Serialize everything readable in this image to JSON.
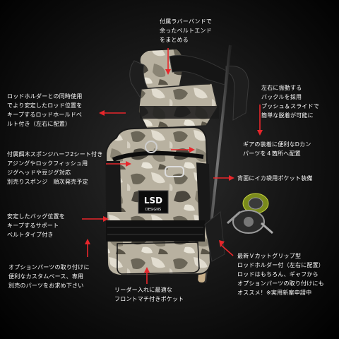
{
  "labels": {
    "rubber_band": "付属ラバーバンドで\n余ったベルトエンド\nをまとめる",
    "buckle": "左右に振動する\nバックルを採用\nプッシュ＆スライドで\n簡単な脱着が可能に",
    "rod_belt": "ロッドホルダーとの同時使用\nでより安定したロッド位置を\nキープするロッドホールドベ\nルト付き（左右に配置）",
    "d_can": "ギアの装着に便利なDカン\nパーツを４箇所へ配置",
    "sponge": "付属餌木スポンジハーフ2シート付き\nアジングやロックフィッシュ用\nジグヘッドや豆ジグ対応\n別売りスポンジ　順次発売予定",
    "squid_pocket": "背面にイカ袋用ポケット装備",
    "support_belt": "安定したバッグ位置を\nキープするサポート\nベルトタイプ付き",
    "option_base": "オプションパーツの取り付けに\n便利なカスタムベース、専用\n別売のパーツをお求め下さい",
    "front_pocket": "リーダー入れに最適な\nフロントマチ付きポケット",
    "grip_holder": "最新Ｖカットグリップ型\nロッドホルダー付（左右に配置）\nロッドはもちろん、ギャフから\nオプションパーツの取り付けにも\nオススメ！※実用新案申請中"
  },
  "logo": {
    "line1": "LSD",
    "line2": "DESIGNS"
  },
  "colors": {
    "arrow": "#e8262b",
    "text": "#ffffff",
    "background": "#111111"
  }
}
